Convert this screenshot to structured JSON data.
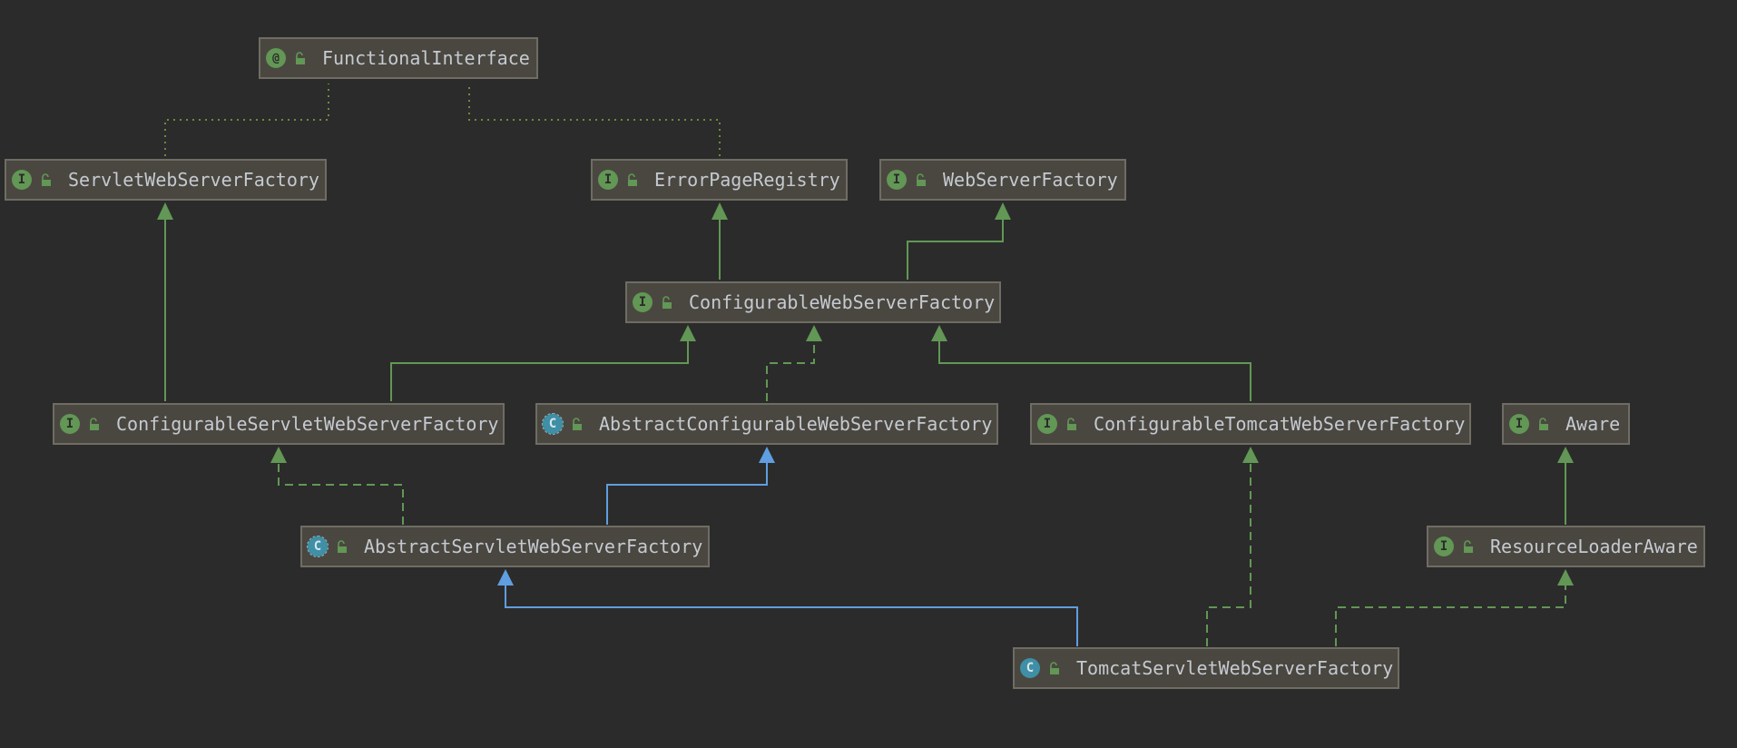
{
  "colors": {
    "background": "#2b2b2b",
    "node_fill": "#4a4740",
    "node_border": "#6f6c64",
    "text": "#c5cad1",
    "interface_edge": "#629755",
    "extends_edge": "#5f9ee0",
    "annotation_edge": "#6a8c3f"
  },
  "nodes": {
    "functional_interface": {
      "label": "FunctionalInterface",
      "kind": "annotation",
      "badge": "@",
      "icon": "annotation-icon"
    },
    "servlet_web_server_factory": {
      "label": "ServletWebServerFactory",
      "kind": "interface",
      "badge": "I",
      "icon": "interface-icon"
    },
    "error_page_registry": {
      "label": "ErrorPageRegistry",
      "kind": "interface",
      "badge": "I",
      "icon": "interface-icon"
    },
    "web_server_factory": {
      "label": "WebServerFactory",
      "kind": "interface",
      "badge": "I",
      "icon": "interface-icon"
    },
    "configurable_web_server_factory": {
      "label": "ConfigurableWebServerFactory",
      "kind": "interface",
      "badge": "I",
      "icon": "interface-icon"
    },
    "configurable_servlet_web_server_factory": {
      "label": "ConfigurableServletWebServerFactory",
      "kind": "interface",
      "badge": "I",
      "icon": "interface-icon"
    },
    "abstract_configurable_web_server_factory": {
      "label": "AbstractConfigurableWebServerFactory",
      "kind": "abstract-class",
      "badge": "C",
      "icon": "abstract-class-icon"
    },
    "configurable_tomcat_web_server_factory": {
      "label": "ConfigurableTomcatWebServerFactory",
      "kind": "interface",
      "badge": "I",
      "icon": "interface-icon"
    },
    "aware": {
      "label": "Aware",
      "kind": "interface",
      "badge": "I",
      "icon": "interface-icon"
    },
    "abstract_servlet_web_server_factory": {
      "label": "AbstractServletWebServerFactory",
      "kind": "abstract-class",
      "badge": "C",
      "icon": "abstract-class-icon"
    },
    "resource_loader_aware": {
      "label": "ResourceLoaderAware",
      "kind": "interface",
      "badge": "I",
      "icon": "interface-icon"
    },
    "tomcat_servlet_web_server_factory": {
      "label": "TomcatServletWebServerFactory",
      "kind": "class",
      "badge": "C",
      "icon": "class-icon"
    }
  },
  "edges": [
    {
      "from": "servlet_web_server_factory",
      "to": "functional_interface",
      "type": "annotated"
    },
    {
      "from": "error_page_registry",
      "to": "functional_interface",
      "type": "annotated"
    },
    {
      "from": "configurable_web_server_factory",
      "to": "error_page_registry",
      "type": "extends-interface"
    },
    {
      "from": "configurable_web_server_factory",
      "to": "web_server_factory",
      "type": "extends-interface"
    },
    {
      "from": "configurable_servlet_web_server_factory",
      "to": "servlet_web_server_factory",
      "type": "extends-interface"
    },
    {
      "from": "configurable_servlet_web_server_factory",
      "to": "configurable_web_server_factory",
      "type": "extends-interface"
    },
    {
      "from": "abstract_configurable_web_server_factory",
      "to": "configurable_web_server_factory",
      "type": "implements"
    },
    {
      "from": "configurable_tomcat_web_server_factory",
      "to": "configurable_web_server_factory",
      "type": "extends-interface"
    },
    {
      "from": "abstract_servlet_web_server_factory",
      "to": "configurable_servlet_web_server_factory",
      "type": "implements"
    },
    {
      "from": "abstract_servlet_web_server_factory",
      "to": "abstract_configurable_web_server_factory",
      "type": "extends-class"
    },
    {
      "from": "resource_loader_aware",
      "to": "aware",
      "type": "extends-interface"
    },
    {
      "from": "tomcat_servlet_web_server_factory",
      "to": "abstract_servlet_web_server_factory",
      "type": "extends-class"
    },
    {
      "from": "tomcat_servlet_web_server_factory",
      "to": "configurable_tomcat_web_server_factory",
      "type": "implements"
    },
    {
      "from": "tomcat_servlet_web_server_factory",
      "to": "resource_loader_aware",
      "type": "implements"
    }
  ]
}
